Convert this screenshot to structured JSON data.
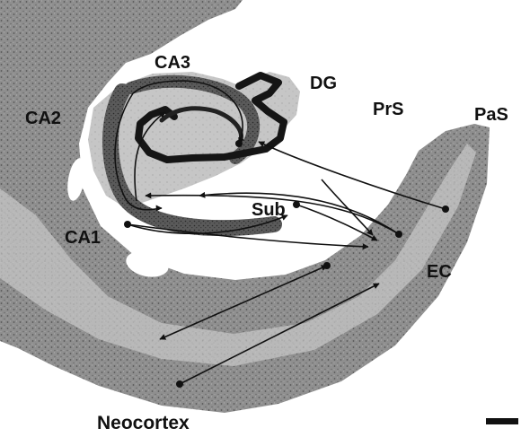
{
  "figure": {
    "region_labels": {
      "ca3": "CA3",
      "dg": "DG",
      "ca2": "CA2",
      "prs": "PrS",
      "pas": "PaS",
      "sub": "Sub",
      "ca1": "CA1",
      "ec": "EC",
      "neocortex": "Neocortex"
    },
    "colors": {
      "background": "#ffffff",
      "tissue": "#8f8f8f",
      "tissue_light": "#c4c4c4",
      "cell_layer_dark": "#1e1e1e",
      "arrow": "#111111",
      "label": "#111111"
    },
    "icons": {
      "pathway_dot": "filled-circle",
      "arrowhead": "triangle",
      "scale_bar": "black-bar"
    }
  }
}
